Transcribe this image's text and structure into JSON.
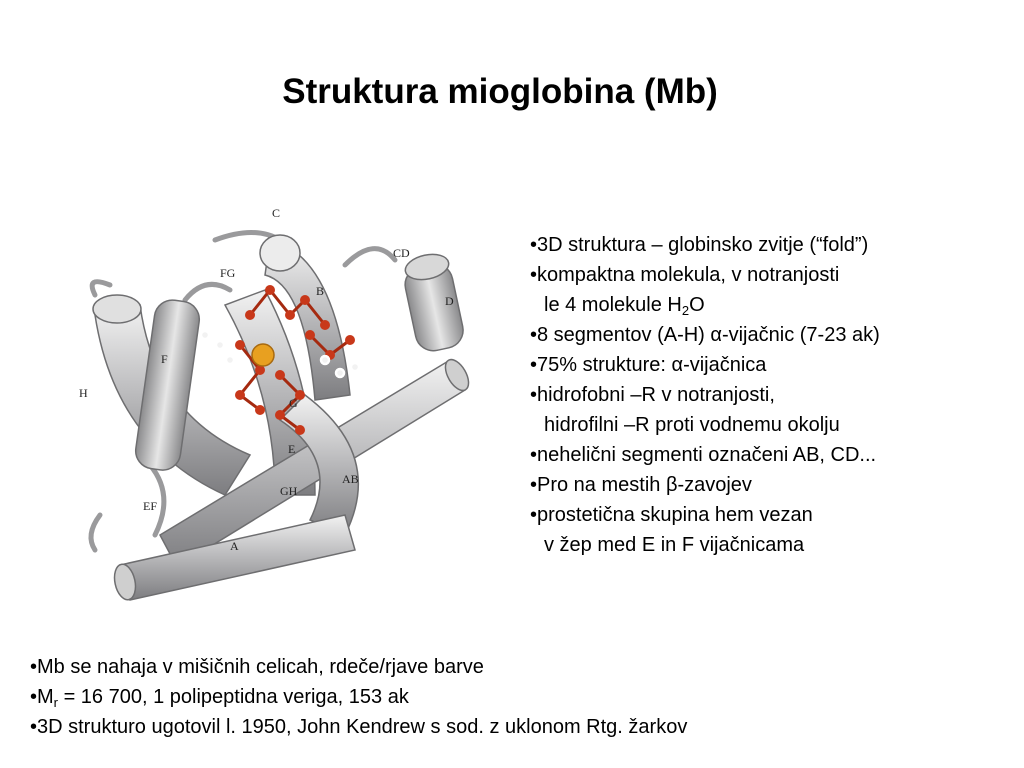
{
  "title": "Struktura mioglobina (Mb)",
  "figure": {
    "icon": "myoglobin-ribbon-diagram",
    "helix_labels": {
      "C": "C",
      "CD": "CD",
      "FG": "FG",
      "B": "B",
      "D": "D",
      "F": "F",
      "H": "H",
      "G": "G",
      "E": "E",
      "AB": "AB",
      "GH": "GH",
      "EF": "EF",
      "A": "A"
    },
    "colors": {
      "helix": "#b3b3b5",
      "heme": "#c8381a",
      "iron": "#e8a020"
    }
  },
  "right_bullets": {
    "b1": "•3D struktura – globinsko zvitje (“fold”)",
    "b2": "•kompaktna molekula, v notranjosti",
    "b2_cont_pre": "le 4 molekule H",
    "b2_cont_sub": "2",
    "b2_cont_post": "O",
    "b3": "•8 segmentov (A-H) α-vijačnic (7-23 ak)",
    "b4": "•75% strukture: α-vijačnica",
    "b5": "•hidrofobni –R v notranjosti,",
    "b5_cont": "hidrofilni –R proti vodnemu okolju",
    "b6": "•nehelični segmenti označeni AB, CD...",
    "b7": "•Pro na mestih β-zavojev",
    "b8": "•prostetična skupina hem vezan",
    "b8_cont": "v žep med E in F vijačnicama"
  },
  "bottom_bullets": {
    "b1": "•Mb se nahaja v mišičnih celicah, rdeče/rjave barve",
    "b2_pre": "•M",
    "b2_sub": "r",
    "b2_post": " = 16 700, 1 polipeptidna veriga, 153 ak",
    "b3": "•3D strukturo ugotovil l. 1950, John Kendrew s sod. z uklonom Rtg. žarkov"
  }
}
